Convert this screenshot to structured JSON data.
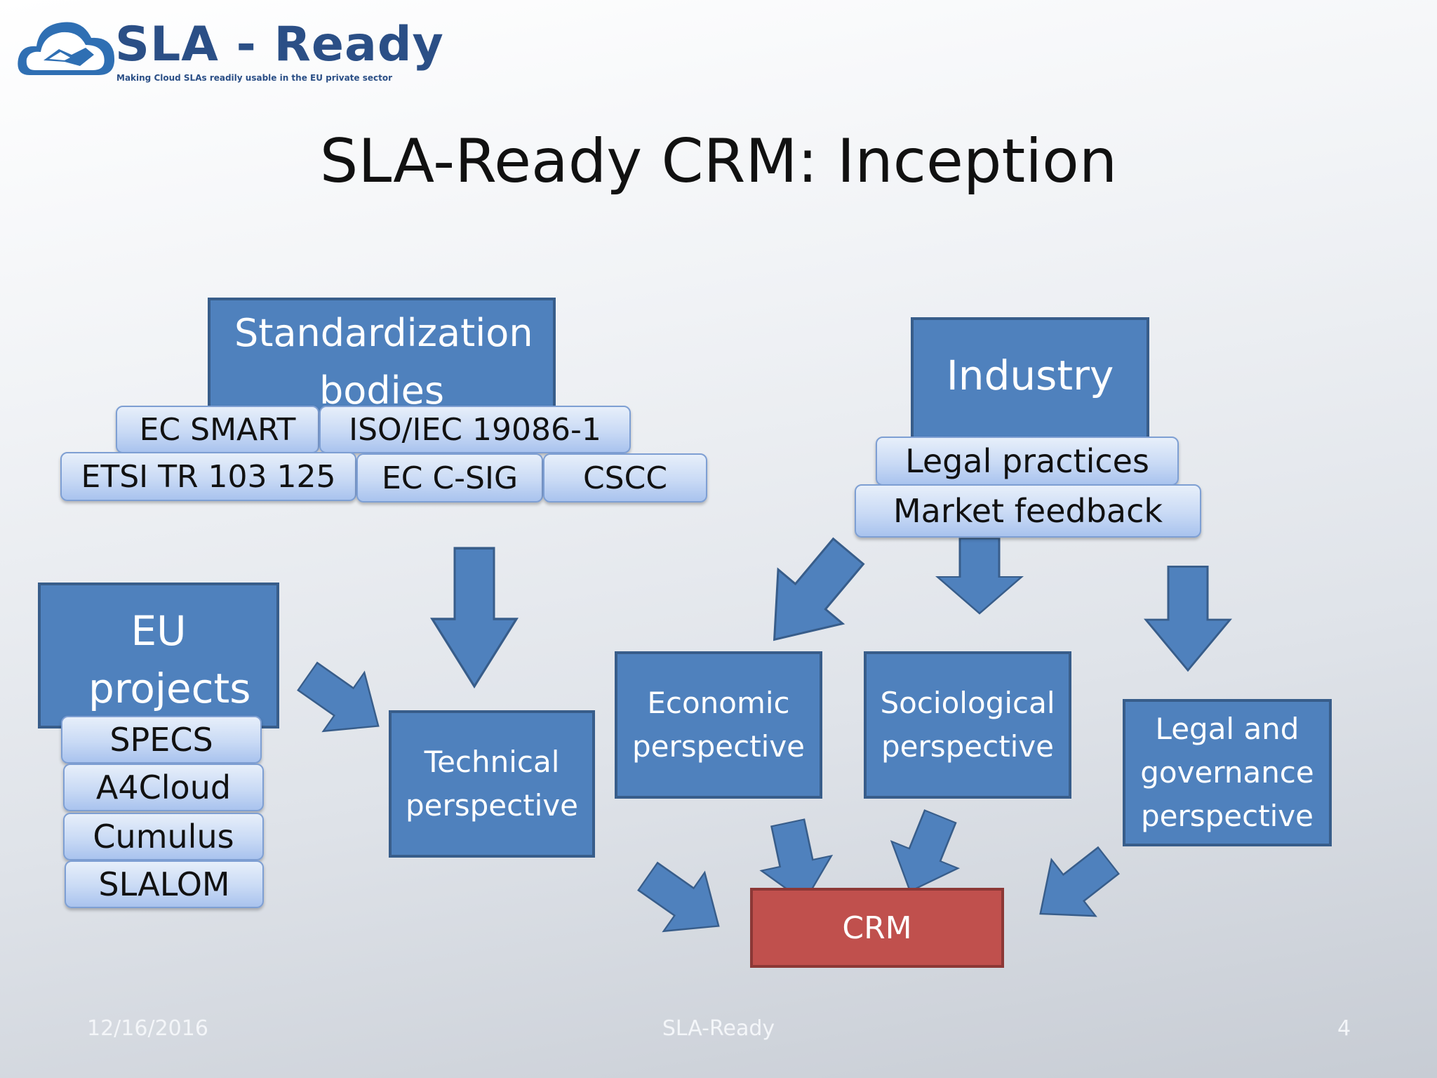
{
  "logo": {
    "name": "SLA - Ready",
    "tagline": "Making Cloud SLAs readily usable in the EU private sector"
  },
  "title": "SLA-Ready CRM: Inception",
  "standardization": {
    "label": "Standardization bodies",
    "items": [
      "EC SMART",
      "ISO/IEC 19086-1",
      "ETSI TR 103 125",
      "EC C-SIG",
      "CSCC"
    ]
  },
  "industry": {
    "label": "Industry",
    "items": [
      "Legal practices",
      "Market feedback"
    ]
  },
  "eu_projects": {
    "label": "EU projects",
    "items": [
      "SPECS",
      "A4Cloud",
      "Cumulus",
      "SLALOM"
    ]
  },
  "perspectives": {
    "technical": "Technical perspective",
    "economic": "Economic perspective",
    "sociological": "Sociological perspective",
    "legal": "Legal and governance perspective"
  },
  "crm": "CRM",
  "footer": {
    "date": "12/16/2016",
    "center": "SLA-Ready",
    "page": "4"
  },
  "colors": {
    "box_fill": "#4f81bd",
    "box_border": "#385d8a",
    "crm_fill": "#c0504d",
    "pill_fill": "#c9daf5"
  }
}
